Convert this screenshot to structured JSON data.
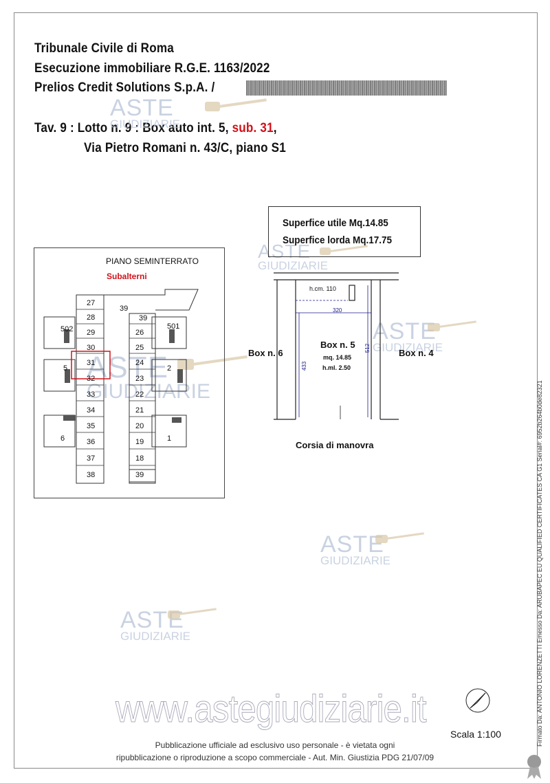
{
  "header": {
    "line1": "Tribunale Civile di Roma",
    "line2": "Esecuzione immobiliare R.G.E.  1163/2022",
    "line3": "Prelios Credit Solutions S.p.A. /",
    "tav_prefix": "Tav. 9 : Lotto n. 9 : Box auto int. 5, ",
    "tav_sub": "sub. 31",
    "tav_suffix": ",",
    "address": "Via Pietro Romani n. 43/C, piano S1"
  },
  "surface": {
    "utile": "Superfice utile Mq.14.85",
    "lorda": "Superfice lorda Mq.17.75"
  },
  "plan": {
    "title": "PIANO SEMINTERRATO",
    "subtitle": "Subalterni",
    "left_units": [
      "27",
      "28",
      "29",
      "30",
      "31",
      "32",
      "33",
      "34",
      "35",
      "36",
      "37",
      "38"
    ],
    "right_units": [
      "39",
      "26",
      "25",
      "24",
      "23",
      "22",
      "21",
      "20",
      "19",
      "18",
      "39"
    ],
    "top_unit": "39",
    "blocks": [
      "502",
      "501",
      "5",
      "2",
      "6",
      "1"
    ],
    "highlight": "31"
  },
  "box": {
    "label_h": "h.cm. 110",
    "width_dim": "320",
    "depth_left": "433",
    "depth_right": "512",
    "name": "Box n. 5",
    "mq": "mq. 14.85",
    "hml": "h.ml. 2.50",
    "left_neighbor": "Box n. 6",
    "right_neighbor": "Box n. 4",
    "corsia": "Corsia di manovra"
  },
  "watermark": {
    "aste": "ASTE",
    "giudiziarie": "GIUDIZIARIE",
    "site": "www.astegiudiziarie.it"
  },
  "scale": "Scala 1:100",
  "footer": {
    "line1": "Pubblicazione ufficiale ad esclusivo uso personale - è vietata ogni",
    "line2": "ripubblicazione o riproduzione a scopo commerciale - Aut. Min. Giustizia PDG 21/07/09"
  },
  "signature": "Firmato Da: ANTONIO LORENZETTI Emesso Da: ARUBAPEC EU QUALIFIED CERTIFICATES CA G1 Serial#: 6952b264b0de82321"
}
